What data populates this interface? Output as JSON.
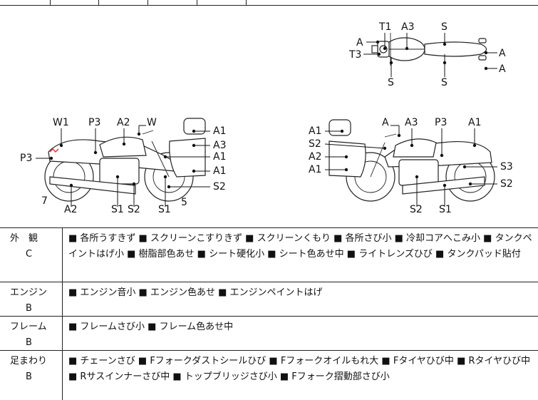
{
  "diagram": {
    "labels_top": {
      "t1": "T1",
      "a3": "A3",
      "s_top": "S",
      "a_left": "A",
      "t3": "T3",
      "a_r1": "A",
      "a_r2": "A",
      "s_b1": "S",
      "s_b2": "S"
    },
    "labels_left": {
      "w1": "W1",
      "p3": "P3",
      "a2": "A2",
      "w": "W",
      "a1_1": "A1",
      "a3": "A3",
      "a1_2": "A1",
      "a1_3": "A1",
      "p3_left": "P3",
      "seven": "7",
      "a2_b": "A2",
      "s1_a": "S1",
      "s2_a": "S2",
      "s1_b": "S1",
      "five": "5",
      "s2_r": "S2"
    },
    "labels_right": {
      "a_top": "A",
      "a3": "A3",
      "p3": "P3",
      "a1_top": "A1",
      "a1_l": "A1",
      "s2_l": "S2",
      "a2_l": "A2",
      "a1_l2": "A1",
      "s3": "S3",
      "s2_r": "S2",
      "s2_b": "S2",
      "s1_b": "S1"
    }
  },
  "rows": [
    {
      "category": "外　観",
      "grade": "C",
      "items": "■ 各所うすきず ■ スクリーンこすりきず ■ スクリーンくもり ■ 各所さび小 ■ 冷却コアへこみ小 ■ タンクペイントはげ小 ■ 樹脂部色あせ ■ シート硬化小 ■ シート色あせ中 ■ ライトレンズひび ■ タンクパッド貼付"
    },
    {
      "category": "エンジン",
      "grade": "B",
      "items": "■ エンジン音小 ■ エンジン色あせ ■ エンジンペイントはげ"
    },
    {
      "category": "フレーム",
      "grade": "B",
      "items": "■ フレームさび小 ■ フレーム色あせ中"
    },
    {
      "category": "足まわり",
      "grade": "B",
      "items": "■ チェーンさび ■ Fフォークダストシールひび ■ Fフォークオイルもれ大 ■ Fタイヤひび中 ■ Rタイヤひび中 ■ Rサスインナーさび中 ■ トップブリッジさび小 ■ Fフォーク摺動部さび小"
    }
  ]
}
